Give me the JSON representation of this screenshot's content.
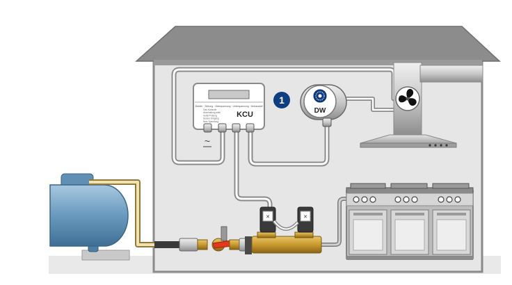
{
  "badge": {
    "number": "1"
  },
  "controller": {
    "label": "KCU",
    "button_row": "Betrieb · Störung · Überspannung · Unterspannung · Netzausfall",
    "info_lines": [
      "Gas Kontrolle",
      "Abschaltung aktiv",
      "Ventil Prüfung",
      "Sensor Eingang",
      "Netz Spannung"
    ],
    "power_symbol": "~"
  },
  "fan_unit": {
    "label": "DW"
  },
  "colors": {
    "roof": "#8c8c8c",
    "wall": "#e7e7e7",
    "pipe": "#9a9a9a",
    "badge": "#0f3d82",
    "tank": "#6e9ec2",
    "brass": "#c99a2e",
    "hood": "#c4c4c4"
  }
}
